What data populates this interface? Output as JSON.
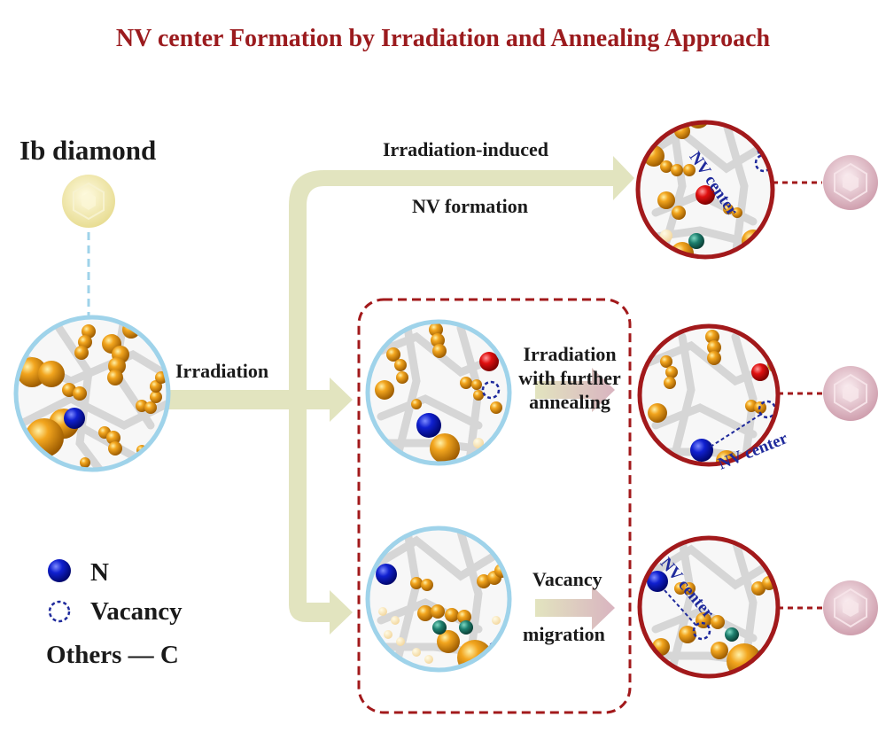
{
  "title": "NV center Formation by Irradiation and Annealing Approach",
  "start": {
    "label": "Ib diamond"
  },
  "paths": {
    "top": {
      "line1": "Irradiation-induced",
      "line2": "NV formation",
      "result_label": "NV center"
    },
    "main_arrow": {
      "label": "Irradiation"
    },
    "middle": {
      "label": "Irradiation with further annealing",
      "result_label": "NV center"
    },
    "bottom": {
      "line1": "Vacancy",
      "line2": "migration",
      "result_label": "NV center"
    }
  },
  "legend": {
    "n": "N",
    "vacancy": "Vacancy",
    "others": "Others — C"
  },
  "colors": {
    "title": "#9b1b1e",
    "carbon": "#e8940c",
    "nitrogen": "#1020d0",
    "red_atom": "#e01010",
    "green_atom": "#1d7f6e",
    "vacancy": "#1f2a9c",
    "flow_arrow": "#e2e4bf",
    "ring_input": "#9fd3ea",
    "ring_result": "#a2191b",
    "ib_gem": "#f1eab4",
    "nv_gem": "#e2bfca"
  }
}
